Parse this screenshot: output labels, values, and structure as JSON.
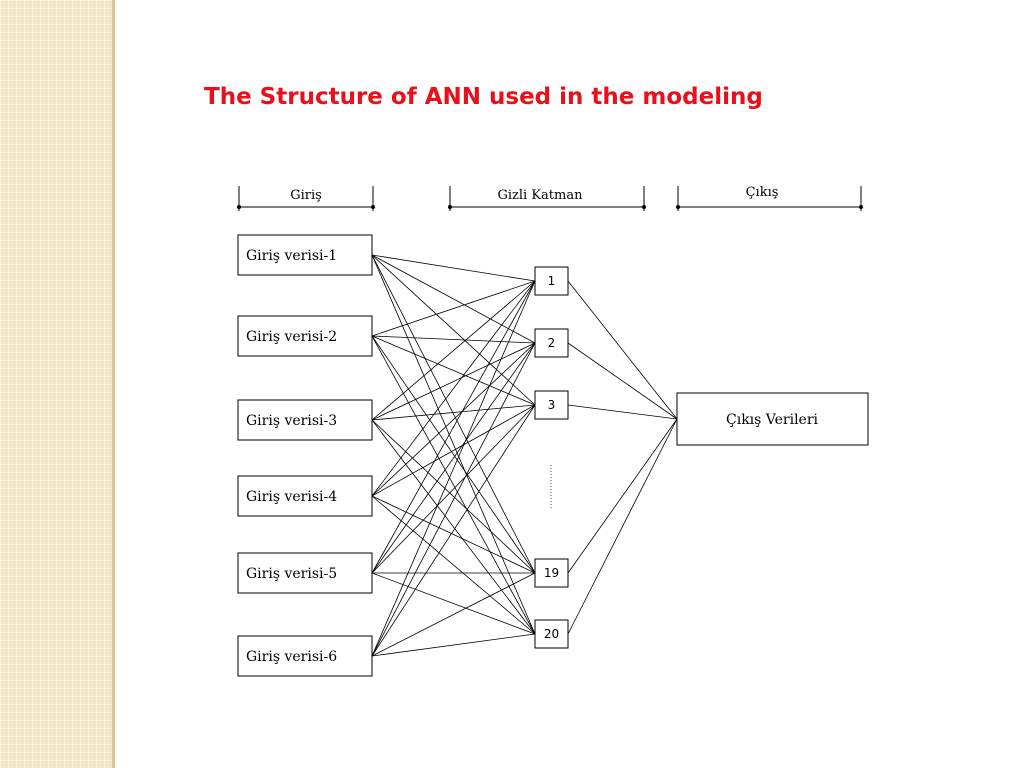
{
  "slide": {
    "title": "The Structure of ANN used in the modeling"
  },
  "headers": {
    "input": "Giriş",
    "hidden": "Gizli Katman",
    "output": "Çıkış"
  },
  "inputs": [
    "Giriş verisi-1",
    "Giriş verisi-2",
    "Giriş verisi-3",
    "Giriş verisi-4",
    "Giriş verisi-5",
    "Giriş verisi-6"
  ],
  "hidden_nodes": [
    "1",
    "2",
    "3",
    "19",
    "20"
  ],
  "output": "Çıkış Verileri",
  "colors": {
    "title": "#e8101a",
    "side_strip": "#f3e6c4"
  }
}
